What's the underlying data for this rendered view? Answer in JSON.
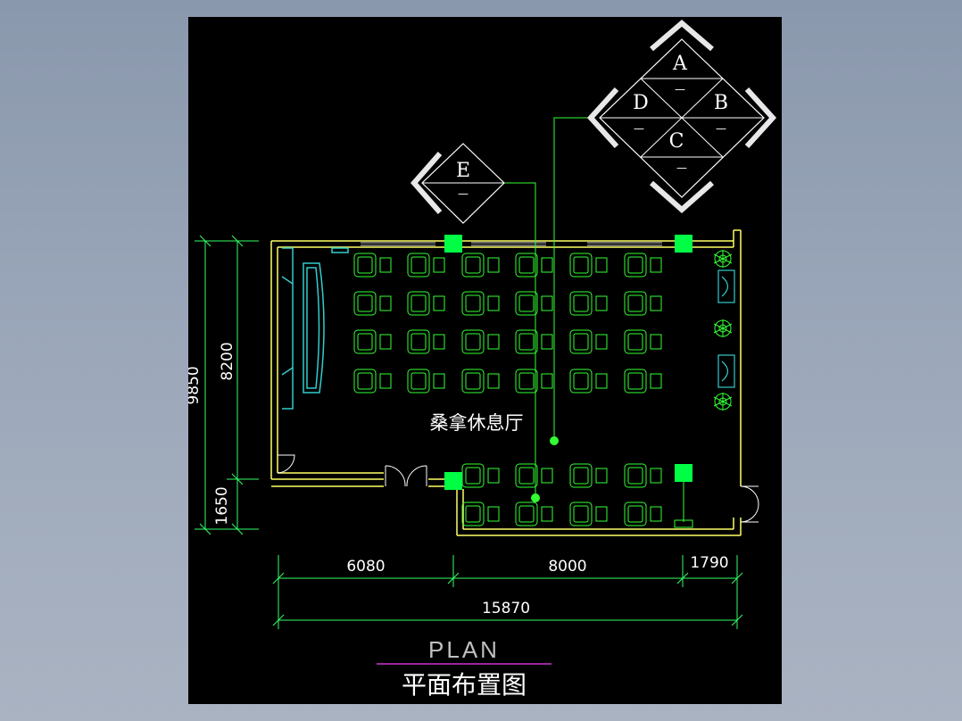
{
  "drawing": {
    "room_name": "桑拿休息厅",
    "plan_label": "PLAN",
    "plan_title": "平面布置图",
    "colors": {
      "background": "#000000",
      "wall": "#ffff66",
      "furniture": "#33ff33",
      "furniture_blue": "#33cccc",
      "dimension": "#33ff66",
      "column": "#00ff44",
      "underline": "#cc33cc"
    },
    "dimensions": {
      "vertical_total": "9850",
      "vertical_upper": "8200",
      "vertical_lower": "1650",
      "horizontal_a": "6080",
      "horizontal_b": "8000",
      "horizontal_c": "1790",
      "horizontal_total": "15870"
    },
    "elevation_symbol_large": {
      "a": "A",
      "b": "B",
      "c": "C",
      "d": "D",
      "a_sub": "—",
      "b_sub": "—",
      "c_sub": "—",
      "d_sub": "—"
    },
    "elevation_symbol_small": {
      "e": "E",
      "e_sub": "—"
    }
  }
}
